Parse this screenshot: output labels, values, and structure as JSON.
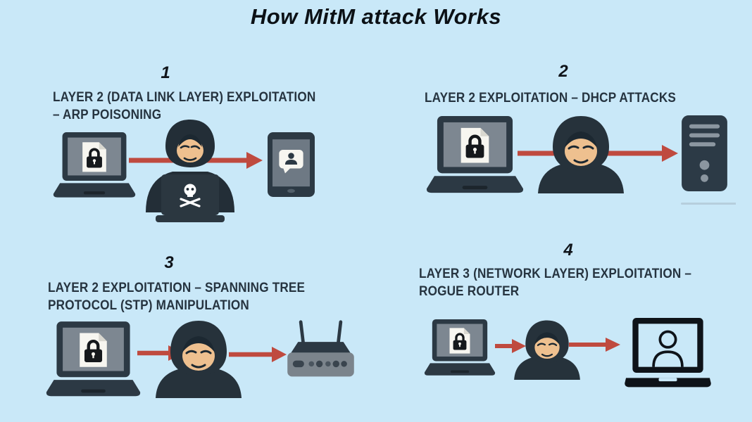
{
  "title": "How MitM attack Works",
  "colors": {
    "background": "#c9e8f8",
    "arrow_red": "#bf4a3f",
    "heading_text": "#263440",
    "title_text": "#0c1116",
    "hoodie_dark": "#26323b",
    "skin_tone": "#eec08f",
    "device_dark": "#2c3944",
    "screen_gray": "#7d8791"
  },
  "panels": [
    {
      "number": "1",
      "heading_lines": [
        "LAYER 2 (DATA LINK LAYER) EXPLOITATION",
        "– ARP POISONING"
      ],
      "icons": [
        "laptop-lock-icon",
        "attack-arrow-icon",
        "hacker-skull-laptop-icon",
        "tablet-chat-icon"
      ]
    },
    {
      "number": "2",
      "heading_lines": [
        "LAYER 2 EXPLOITATION – DHCP ATTACKS"
      ],
      "icons": [
        "laptop-lock-icon",
        "attack-arrow-icon",
        "hacker-icon",
        "server-tower-icon"
      ]
    },
    {
      "number": "3",
      "heading_lines": [
        "LAYER 2 EXPLOITATION – SPANNING TREE",
        "PROTOCOL (STP) MANIPULATION"
      ],
      "icons": [
        "laptop-lock-icon",
        "attack-arrow-icon",
        "hacker-icon",
        "attack-arrow-icon",
        "router-icon"
      ]
    },
    {
      "number": "4",
      "heading_lines": [
        "LAYER 3 (NETWORK LAYER) EXPLOITATION –",
        "ROGUE ROUTER"
      ],
      "icons": [
        "laptop-lock-icon",
        "attack-arrow-icon",
        "hacker-icon",
        "attack-arrow-icon",
        "laptop-user-icon"
      ]
    }
  ]
}
